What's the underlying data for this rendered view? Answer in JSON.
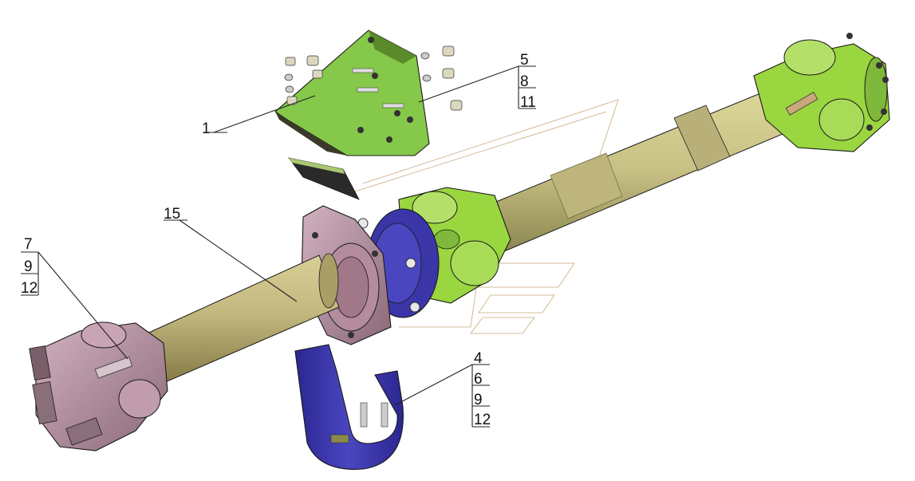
{
  "callouts": {
    "c1": "1",
    "c5": "5",
    "c8": "8",
    "c11": "11",
    "c15": "15",
    "c7": "7",
    "c9a": "9",
    "c12a": "12",
    "c4": "4",
    "c6": "6",
    "c9b": "9",
    "c12b": "12"
  },
  "colors": {
    "shaft": "#c3b87e",
    "shaft_dark": "#8c8250",
    "yoke_green": "#9ad640",
    "bracket_green": "#86c84a",
    "flange_purple": "#b48c9e",
    "bearing_blue": "#3a36a8",
    "outline": "#1a1a1a"
  },
  "icons": [
    "bolt-icon",
    "nut-icon",
    "washer-icon"
  ]
}
